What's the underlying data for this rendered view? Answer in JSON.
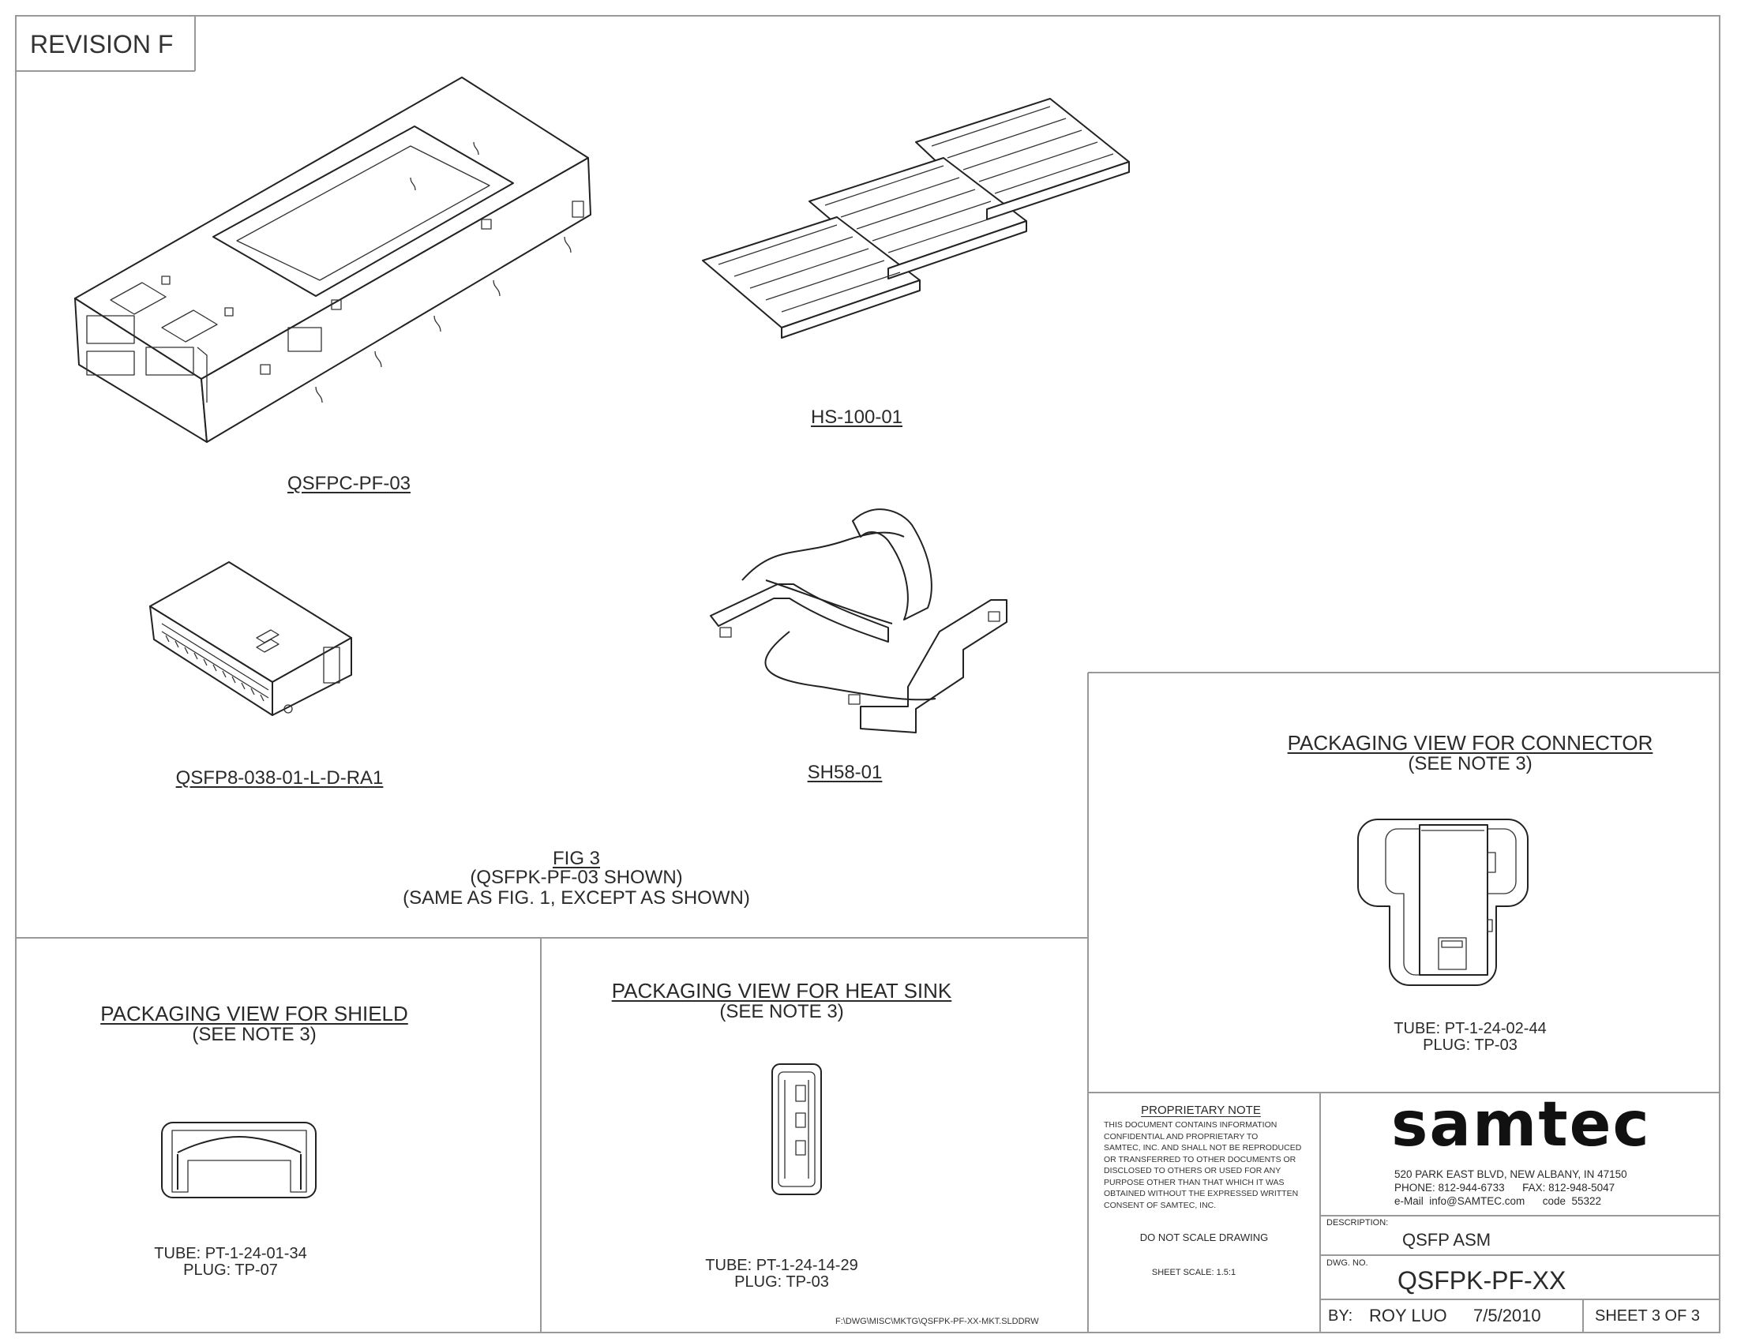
{
  "revision": "REVISION  F",
  "parts": {
    "cage": "QSFPC-PF-03",
    "heatsink": "HS-100-01",
    "connector": "QSFP8-038-01-L-D-RA1",
    "clip": "SH58-01"
  },
  "figure": {
    "title": "FIG 3",
    "line1": "(QSFPK-PF-03 SHOWN)",
    "line2": "(SAME AS FIG. 1, EXCEPT AS SHOWN)"
  },
  "packaging_connector": {
    "title": "PACKAGING VIEW FOR CONNECTOR",
    "note": "(SEE NOTE 3)",
    "tube": "TUBE: PT-1-24-02-44",
    "plug": "PLUG: TP-03"
  },
  "packaging_shield": {
    "title": "PACKAGING VIEW FOR SHIELD",
    "note": "(SEE NOTE 3)",
    "tube": "TUBE: PT-1-24-01-34",
    "plug": "PLUG: TP-07"
  },
  "packaging_heatsink": {
    "title": "PACKAGING VIEW FOR HEAT SINK",
    "note": "(SEE NOTE 3)",
    "tube": "TUBE: PT-1-24-14-29",
    "plug": "PLUG: TP-03"
  },
  "file_path": "F:\\DWG\\MISC\\MKTG\\QSFPK-PF-XX-MKT.SLDDRW",
  "title_block": {
    "proprietary_title": "PROPRIETARY NOTE",
    "proprietary_lines": [
      "THIS DOCUMENT CONTAINS INFORMATION",
      "CONFIDENTIAL AND PROPRIETARY TO",
      "SAMTEC, INC. AND SHALL NOT BE REPRODUCED",
      "OR TRANSFERRED TO OTHER DOCUMENTS OR",
      "DISCLOSED TO OTHERS OR USED FOR ANY",
      "PURPOSE OTHER THAN THAT WHICH IT WAS",
      "OBTAINED WITHOUT THE EXPRESSED WRITTEN",
      "CONSENT OF SAMTEC, INC."
    ],
    "do_not_scale": "DO  NOT  SCALE  DRAWING",
    "sheet_scale": "SHEET SCALE: 1.5:1",
    "company": "samtec",
    "address": "520 PARK EAST BLVD, NEW ALBANY, IN 47150",
    "phone": "PHONE: 812-944-6733      FAX: 812-948-5047",
    "email": "e-Mail  info@SAMTEC.com      code  55322",
    "description_label": "DESCRIPTION:",
    "description": "QSFP ASM",
    "dwg_no_label": "DWG.  NO.",
    "dwg_no": "QSFPK-PF-XX",
    "by_label": "BY:",
    "by": "ROY LUO",
    "date": "7/5/2010",
    "sheet": "SHEET 3 OF 3"
  }
}
